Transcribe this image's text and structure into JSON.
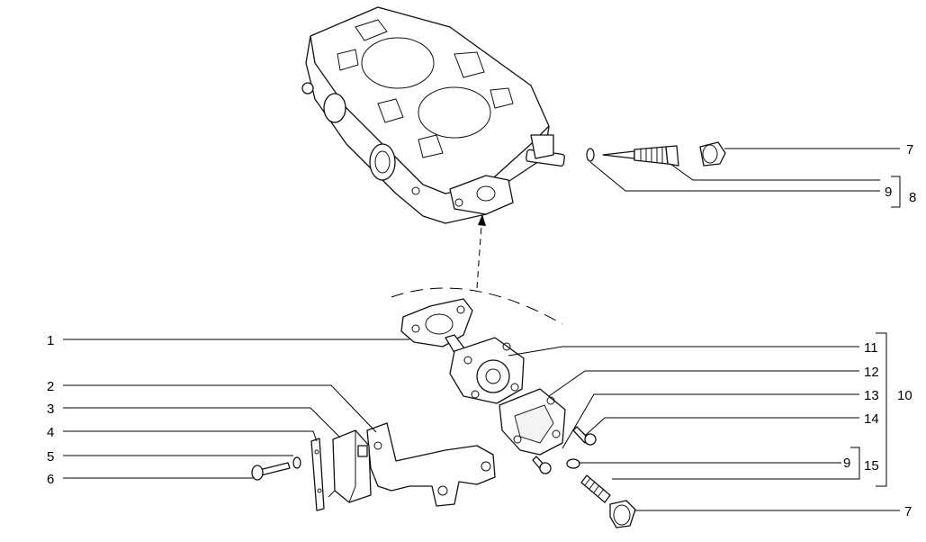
{
  "callouts": {
    "c1": "1",
    "c2": "2",
    "c3": "3",
    "c4": "4",
    "c5": "5",
    "c6": "6",
    "c7_top": "7",
    "c7_bottom": "7",
    "c8": "8",
    "c9_top": "9",
    "c9_bottom": "9",
    "c10": "10",
    "c11": "11",
    "c12": "12",
    "c13": "13",
    "c14": "14",
    "c15": "15"
  }
}
